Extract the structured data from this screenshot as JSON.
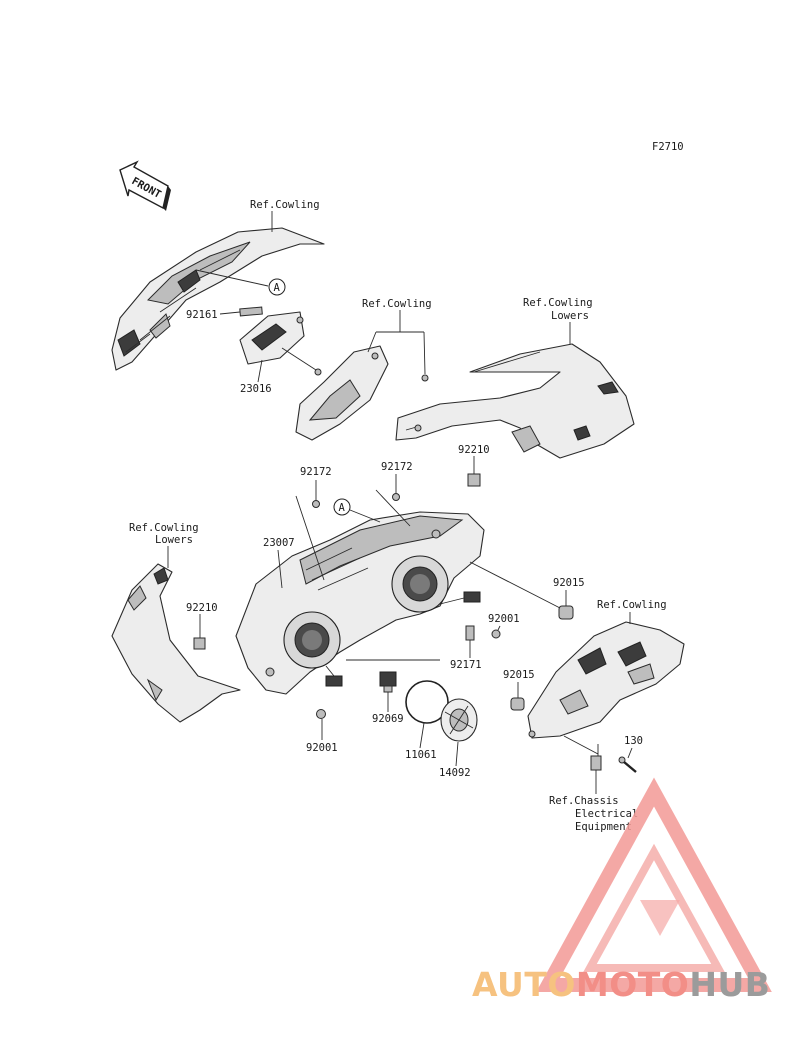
{
  "figure_code": "F2710",
  "front_arrow": "FRONT",
  "callout_letter": "A",
  "labels": {
    "ref_cowling_top": "Ref.Cowling",
    "ref_cowling_mid": "Ref.Cowling",
    "ref_cowling_lowers_right_1": "Ref.Cowling",
    "ref_cowling_lowers_right_2": "Lowers",
    "ref_cowling_lowers_left_1": "Ref.Cowling",
    "ref_cowling_lowers_left_2": "Lowers",
    "ref_cowling_right": "Ref.Cowling",
    "ref_chassis_1": "Ref.Chassis",
    "ref_chassis_2": "Electrical",
    "ref_chassis_3": "Equipment"
  },
  "parts": {
    "p92161": "92161",
    "p23016": "23016",
    "p92172_left": "92172",
    "p92172_right": "92172",
    "p92210_upper": "92210",
    "p92210_lower": "92210",
    "p23007": "23007",
    "p92015_upper": "92015",
    "p92015_lower": "92015",
    "p92001_right": "92001",
    "p92171": "92171",
    "p92069": "92069",
    "p92001_bottom": "92001",
    "p11061": "11061",
    "p14092": "14092",
    "p130": "130"
  },
  "watermark": {
    "part1": "AUTO",
    "part2": "MOTO",
    "part3": "HUB",
    "colors": {
      "auto": "#f5b86a",
      "moto": "#f07b73",
      "hub": "#8a8a8a",
      "triangle": "#f39a96"
    }
  }
}
